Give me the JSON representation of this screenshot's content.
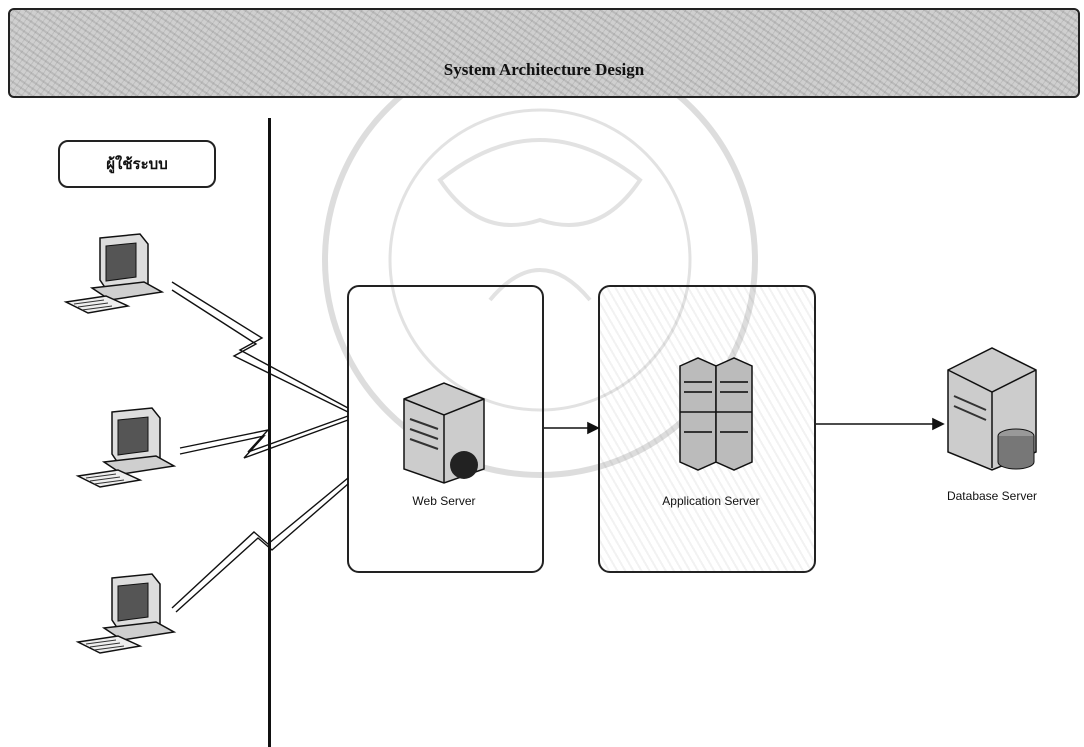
{
  "title": "System Architecture Design",
  "users_label": "ผู้ใช้ระบบ",
  "servers": {
    "web": "Web Server",
    "app": "Application Server",
    "db": "Database Server"
  },
  "colors": {
    "line": "#111111",
    "banner": "#cfcfcf"
  }
}
